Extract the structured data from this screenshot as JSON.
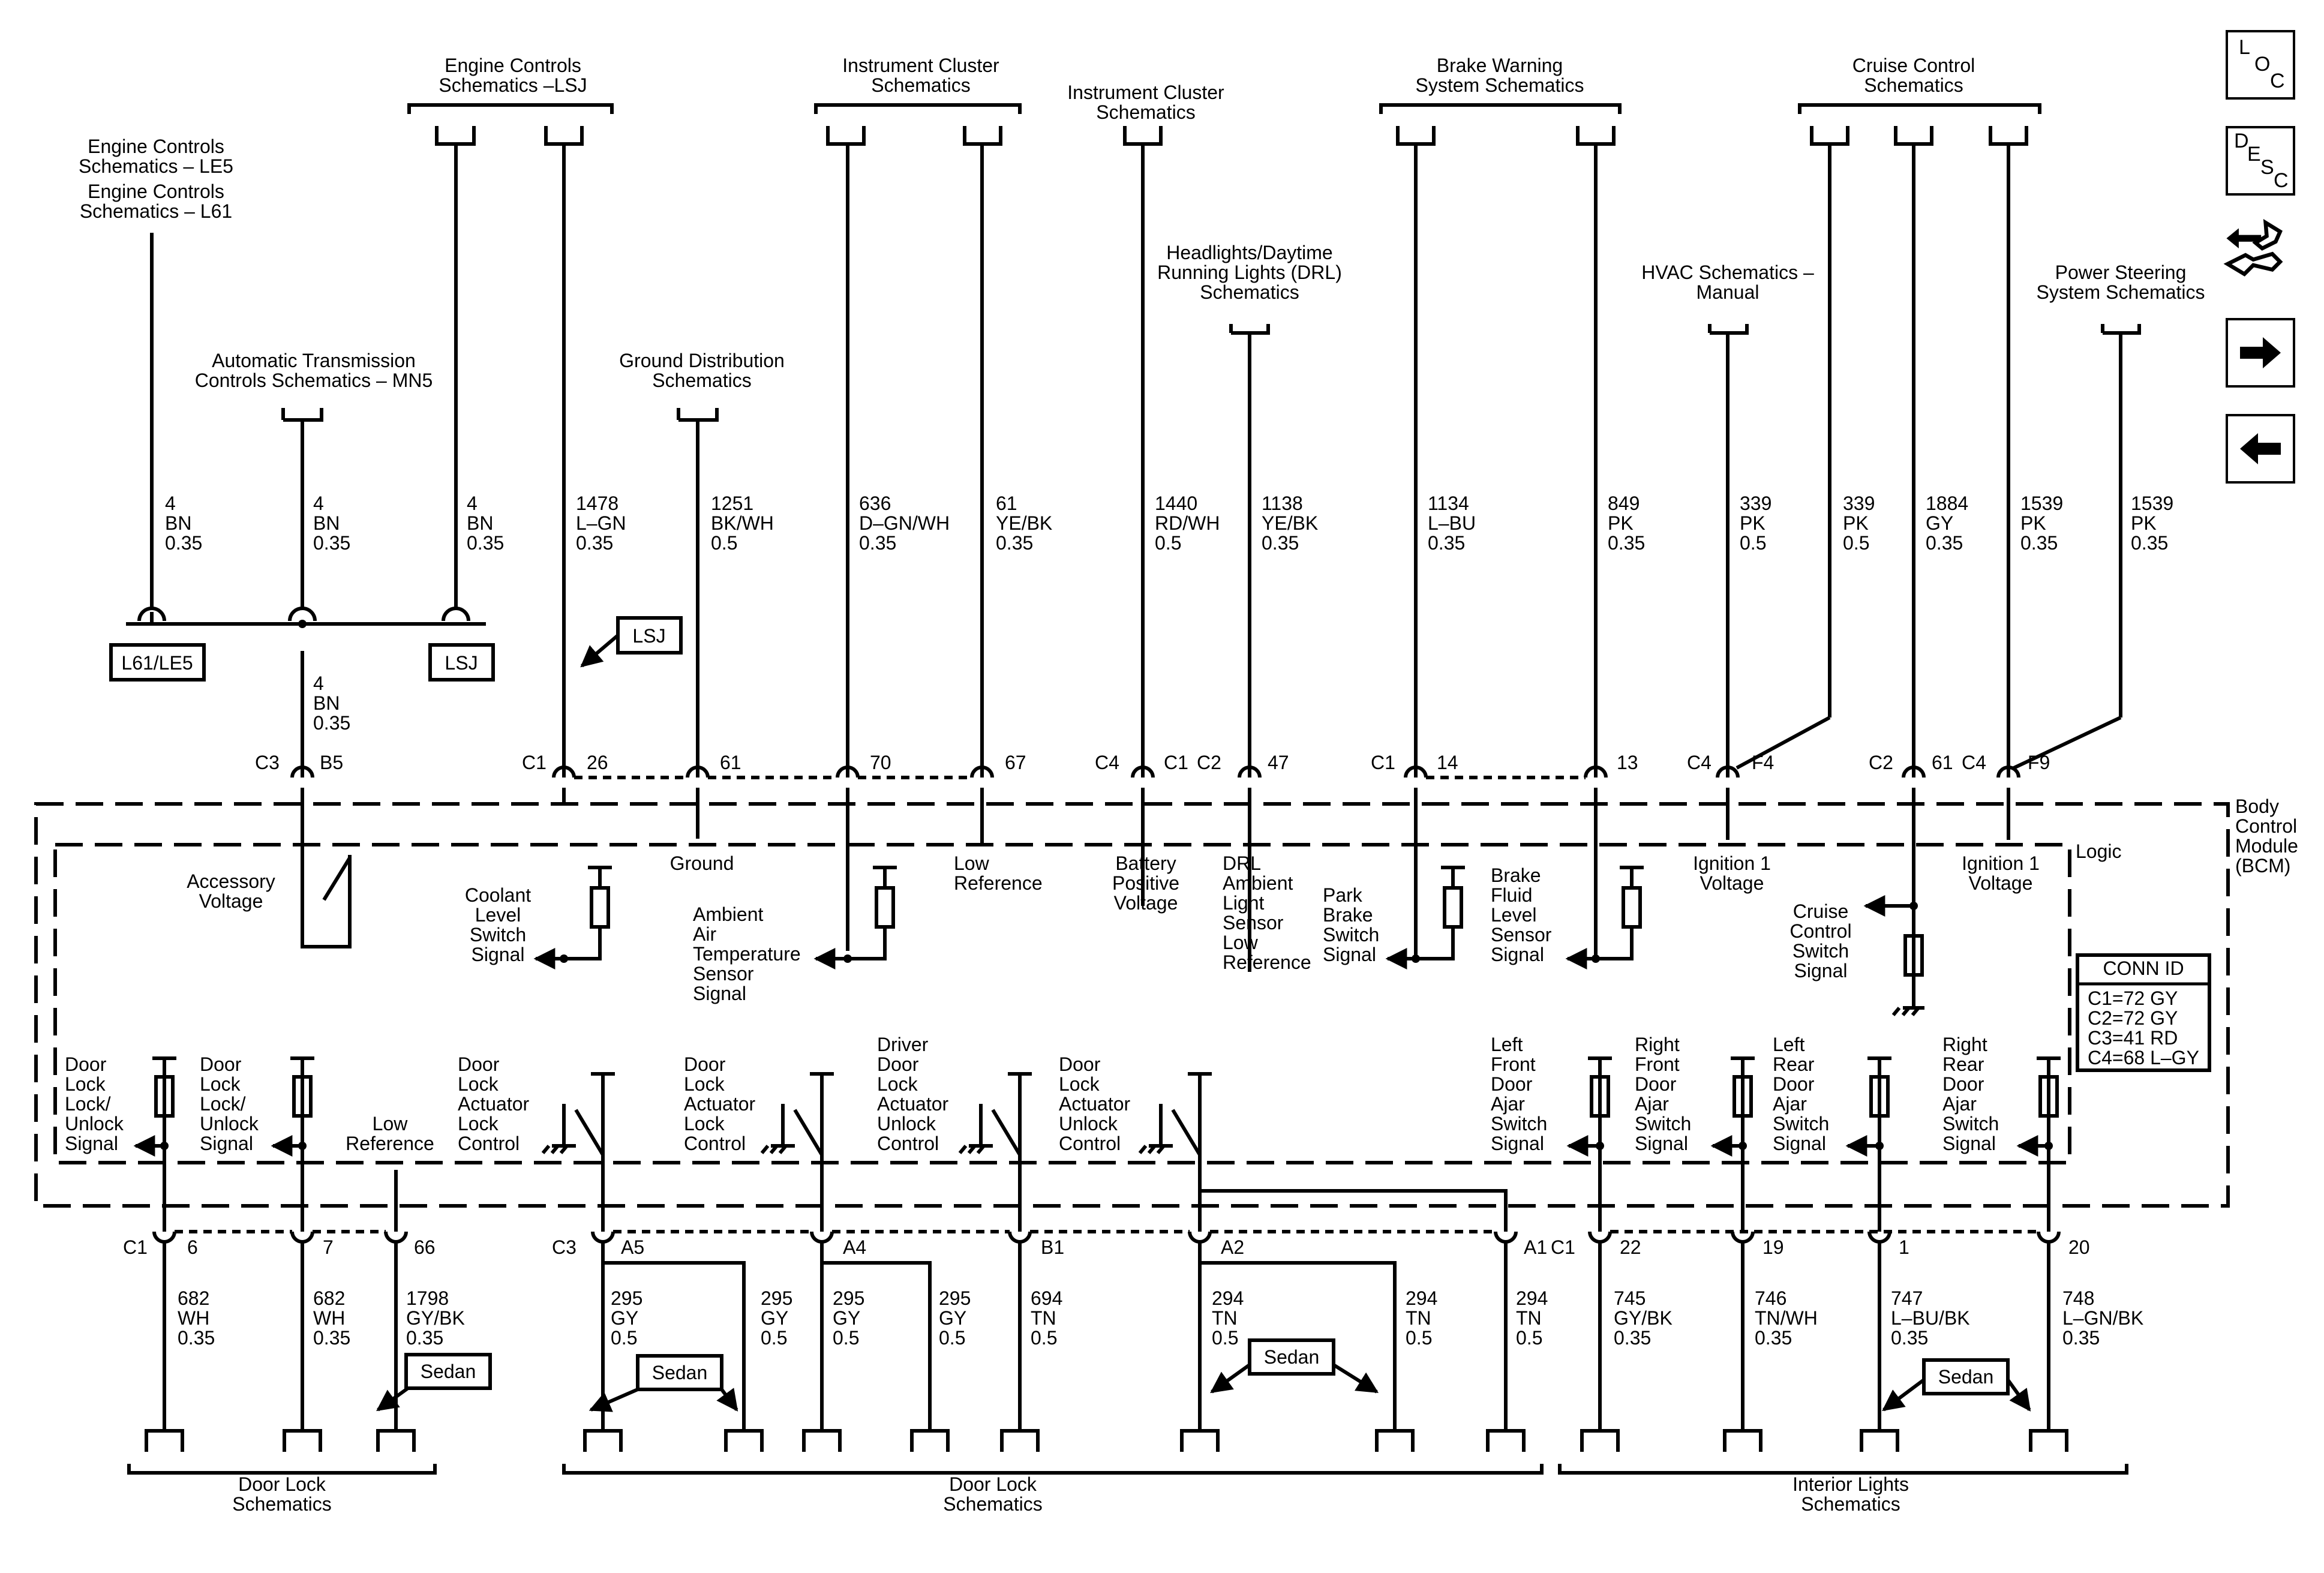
{
  "nav": {
    "loc": [
      "L",
      "O",
      "C"
    ],
    "desc": [
      "D",
      "E",
      "S",
      "C"
    ]
  },
  "top": {
    "ec_le5": [
      "Engine Controls",
      "Schematics – LE5"
    ],
    "ec_l61": [
      "Engine Controls",
      "Schematics – L61"
    ],
    "ec_lsj": [
      "Engine Controls",
      "Schematics –LSJ"
    ],
    "atc": [
      "Automatic Transmission",
      "Controls Schematics – MN5"
    ],
    "ground_dist": [
      "Ground Distribution",
      "Schematics"
    ],
    "ic1": [
      "Instrument Cluster",
      "Schematics"
    ],
    "ic2": [
      "Instrument Cluster",
      "Schematics"
    ],
    "drl": [
      "Headlights/Daytime",
      "Running Lights (DRL)",
      "Schematics"
    ],
    "brake": [
      "Brake Warning",
      "System Schematics"
    ],
    "cruise": [
      "Cruise Control",
      "Schematics"
    ],
    "hvac": [
      "HVAC Schematics –",
      "Manual"
    ],
    "psteer": [
      "Power Steering",
      "System Schematics"
    ]
  },
  "wires_top": [
    [
      "4",
      "BN",
      "0.35"
    ],
    [
      "4",
      "BN",
      "0.35"
    ],
    [
      "4",
      "BN",
      "0.35"
    ],
    [
      "1478",
      "L–GN",
      "0.35"
    ],
    [
      "1251",
      "BK/WH",
      "0.5"
    ],
    [
      "636",
      "D–GN/WH",
      "0.35"
    ],
    [
      "61",
      "YE/BK",
      "0.35"
    ],
    [
      "1440",
      "RD/WH",
      "0.5"
    ],
    [
      "1138",
      "YE/BK",
      "0.35"
    ],
    [
      "1134",
      "L–BU",
      "0.35"
    ],
    [
      "849",
      "PK",
      "0.35"
    ],
    [
      "339",
      "PK",
      "0.5"
    ],
    [
      "339",
      "PK",
      "0.5"
    ],
    [
      "1884",
      "GY",
      "0.35"
    ],
    [
      "1539",
      "PK",
      "0.35"
    ],
    [
      "1539",
      "PK",
      "0.35"
    ]
  ],
  "wire_b5": [
    "4",
    "BN",
    "0.35"
  ],
  "opts": {
    "l61le5": "L61/LE5",
    "lsj": "LSJ",
    "lsj2": "LSJ",
    "sedan": "Sedan"
  },
  "pins_top": {
    "c3": "C3",
    "b5": "B5",
    "c1a": "C1",
    "p26": "26",
    "p61": "61",
    "p70": "70",
    "p67": "67",
    "c4a": "C4",
    "c1b": "C1",
    "c2a": "C2",
    "p47": "47",
    "c1c": "C1",
    "p14": "14",
    "p13": "13",
    "c4b": "C4",
    "f4": "F4",
    "c2b": "C2",
    "p61b": "61",
    "c4c": "C4",
    "f9": "F9"
  },
  "bcm": {
    "module": [
      "Body",
      "Control",
      "Module",
      "(BCM)"
    ],
    "logic": "Logic",
    "conn_title": "CONN ID",
    "conn": [
      "C1=72 GY",
      "C2=72 GY",
      "C3=41 RD",
      "C4=68 L–GY"
    ]
  },
  "sig": {
    "acc": [
      "Accessory",
      "Voltage"
    ],
    "coolant": [
      "Coolant",
      "Level",
      "Switch",
      "Signal"
    ],
    "ground": "Ground",
    "ambient": [
      "Ambient",
      "Air",
      "Temperature",
      "Sensor",
      "Signal"
    ],
    "lowref": [
      "Low",
      "Reference"
    ],
    "battery": [
      "Battery",
      "Positive",
      "Voltage"
    ],
    "drl": [
      "DRL",
      "Ambient",
      "Light",
      "Sensor",
      "Low",
      "Reference"
    ],
    "park": [
      "Park",
      "Brake",
      "Switch",
      "Signal"
    ],
    "bfluid": [
      "Brake",
      "Fluid",
      "Level",
      "Sensor",
      "Signal"
    ],
    "ign1a": [
      "Ignition 1",
      "Voltage"
    ],
    "cruise": [
      "Cruise",
      "Control",
      "Switch",
      "Signal"
    ],
    "ign1b": [
      "Ignition 1",
      "Voltage"
    ],
    "dl1": [
      "Door",
      "Lock",
      "Lock/",
      "Unlock",
      "Signal"
    ],
    "dl2": [
      "Door",
      "Lock",
      "Lock/",
      "Unlock",
      "Signal"
    ],
    "lowref2": [
      "Low",
      "Reference"
    ],
    "dla1": [
      "Door",
      "Lock",
      "Actuator",
      "Lock",
      "Control"
    ],
    "dla2": [
      "Door",
      "Lock",
      "Actuator",
      "Lock",
      "Control"
    ],
    "ddla": [
      "Driver",
      "Door",
      "Lock",
      "Actuator",
      "Unlock",
      "Control"
    ],
    "dlau": [
      "Door",
      "Lock",
      "Actuator",
      "Unlock",
      "Control"
    ],
    "lfd": [
      "Left",
      "Front",
      "Door",
      "Ajar",
      "Switch",
      "Signal"
    ],
    "rfd": [
      "Right",
      "Front",
      "Door",
      "Ajar",
      "Switch",
      "Signal"
    ],
    "lrd": [
      "Left",
      "Rear",
      "Door",
      "Ajar",
      "Switch",
      "Signal"
    ],
    "rrd": [
      "Right",
      "Rear",
      "Door",
      "Ajar",
      "Switch",
      "Signal"
    ]
  },
  "pins_bot": {
    "c1a": "C1",
    "p6": "6",
    "p7": "7",
    "p66": "66",
    "c3": "C3",
    "a5": "A5",
    "a4": "A4",
    "b1": "B1",
    "a2": "A2",
    "a1": "A1",
    "c1b": "C1",
    "p22": "22",
    "p19": "19",
    "p1": "1",
    "p20": "20"
  },
  "wires_bot": [
    [
      "682",
      "WH",
      "0.35"
    ],
    [
      "682",
      "WH",
      "0.35"
    ],
    [
      "1798",
      "GY/BK",
      "0.35"
    ],
    [
      "295",
      "GY",
      "0.5"
    ],
    [
      "295",
      "GY",
      "0.5"
    ],
    [
      "295",
      "GY",
      "0.5"
    ],
    [
      "295",
      "GY",
      "0.5"
    ],
    [
      "694",
      "TN",
      "0.5"
    ],
    [
      "294",
      "TN",
      "0.5"
    ],
    [
      "294",
      "TN",
      "0.5"
    ],
    [
      "294",
      "TN",
      "0.5"
    ],
    [
      "745",
      "GY/BK",
      "0.35"
    ],
    [
      "746",
      "TN/WH",
      "0.35"
    ],
    [
      "747",
      "L–BU/BK",
      "0.35"
    ],
    [
      "748",
      "L–GN/BK",
      "0.35"
    ]
  ],
  "bottom": {
    "dl1": [
      "Door Lock",
      "Schematics"
    ],
    "dl2": [
      "Door Lock",
      "Schematics"
    ],
    "il": [
      "Interior Lights",
      "Schematics"
    ]
  }
}
